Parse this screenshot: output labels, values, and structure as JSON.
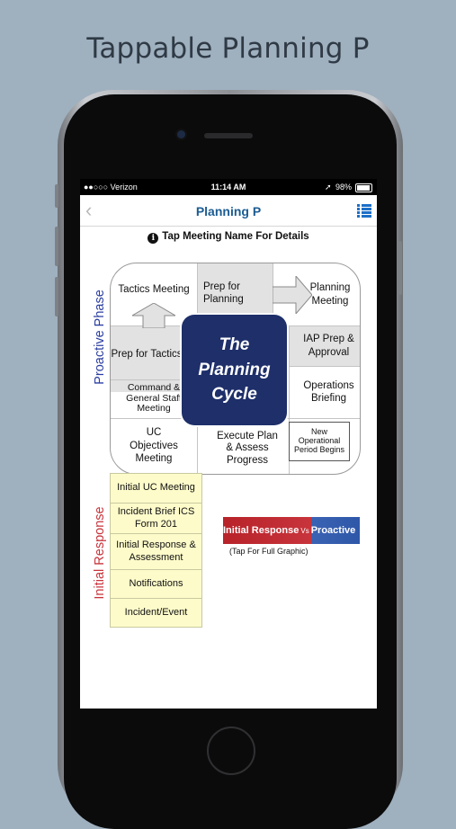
{
  "headline": "Tappable Planning P",
  "status_bar": {
    "carrier": "●●○○○ Verizon",
    "time": "11:14 AM",
    "battery": "98%"
  },
  "nav": {
    "back_glyph": "‹",
    "title": "Planning P",
    "menu_icon": "list-icon"
  },
  "instruction": "Tap Meeting Name For Details",
  "cycle": {
    "center_line1": "The",
    "center_line2": "Planning",
    "center_line3": "Cycle",
    "tactics_meeting": "Tactics Meeting",
    "prep_for_planning": "Prep for Planning",
    "planning_meeting": "Planning Meeting",
    "prep_for_tactics": "Prep for Tactics",
    "iap_prep": "IAP Prep & Approval",
    "command_meeting": "Command & General Staff Meeting",
    "operations_briefing": "Operations Briefing",
    "uc_objectives": "UC Objectives Meeting",
    "execute_plan": "Execute Plan & Assess Progress",
    "new_period": "New Operational Period Begins",
    "proactive_label": "Proactive Phase"
  },
  "initial_response": {
    "label": "Initial Response",
    "items": [
      "Initial UC Meeting",
      "Incident Brief ICS Form 201",
      "Initial Response & Assessment",
      "Notifications",
      "Incident/Event"
    ]
  },
  "compare": {
    "left": "Initial Response",
    "vs": "Vs",
    "right": "Proactive",
    "note": "(Tap For Full Graphic)"
  },
  "colors": {
    "nav_title": "#1c5c93",
    "center_box": "#1e2f6a",
    "proactive_label": "#2b3ea1",
    "initial_label": "#c8343b",
    "initial_bg": "#fdfbca"
  }
}
